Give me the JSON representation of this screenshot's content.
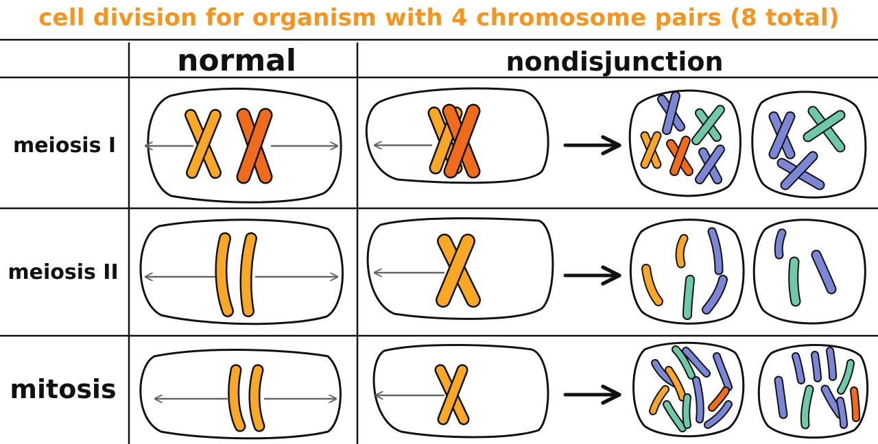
{
  "title": "cell division for organism with 4 chromosome pairs (8 total)",
  "columns": {
    "normal": "normal",
    "nondisjunction": "nondisjunction"
  },
  "rows": {
    "meiosis1": "meiosis I",
    "meiosis2": "meiosis II",
    "mitosis": "mitosis"
  },
  "colors": {
    "title": "#f7941d",
    "orange_light": "#f9a825",
    "orange_dark": "#ef6c1a",
    "purple": "#7b86d6",
    "teal": "#6fc9a8",
    "line": "#111111",
    "arrow_gray": "#666666"
  }
}
